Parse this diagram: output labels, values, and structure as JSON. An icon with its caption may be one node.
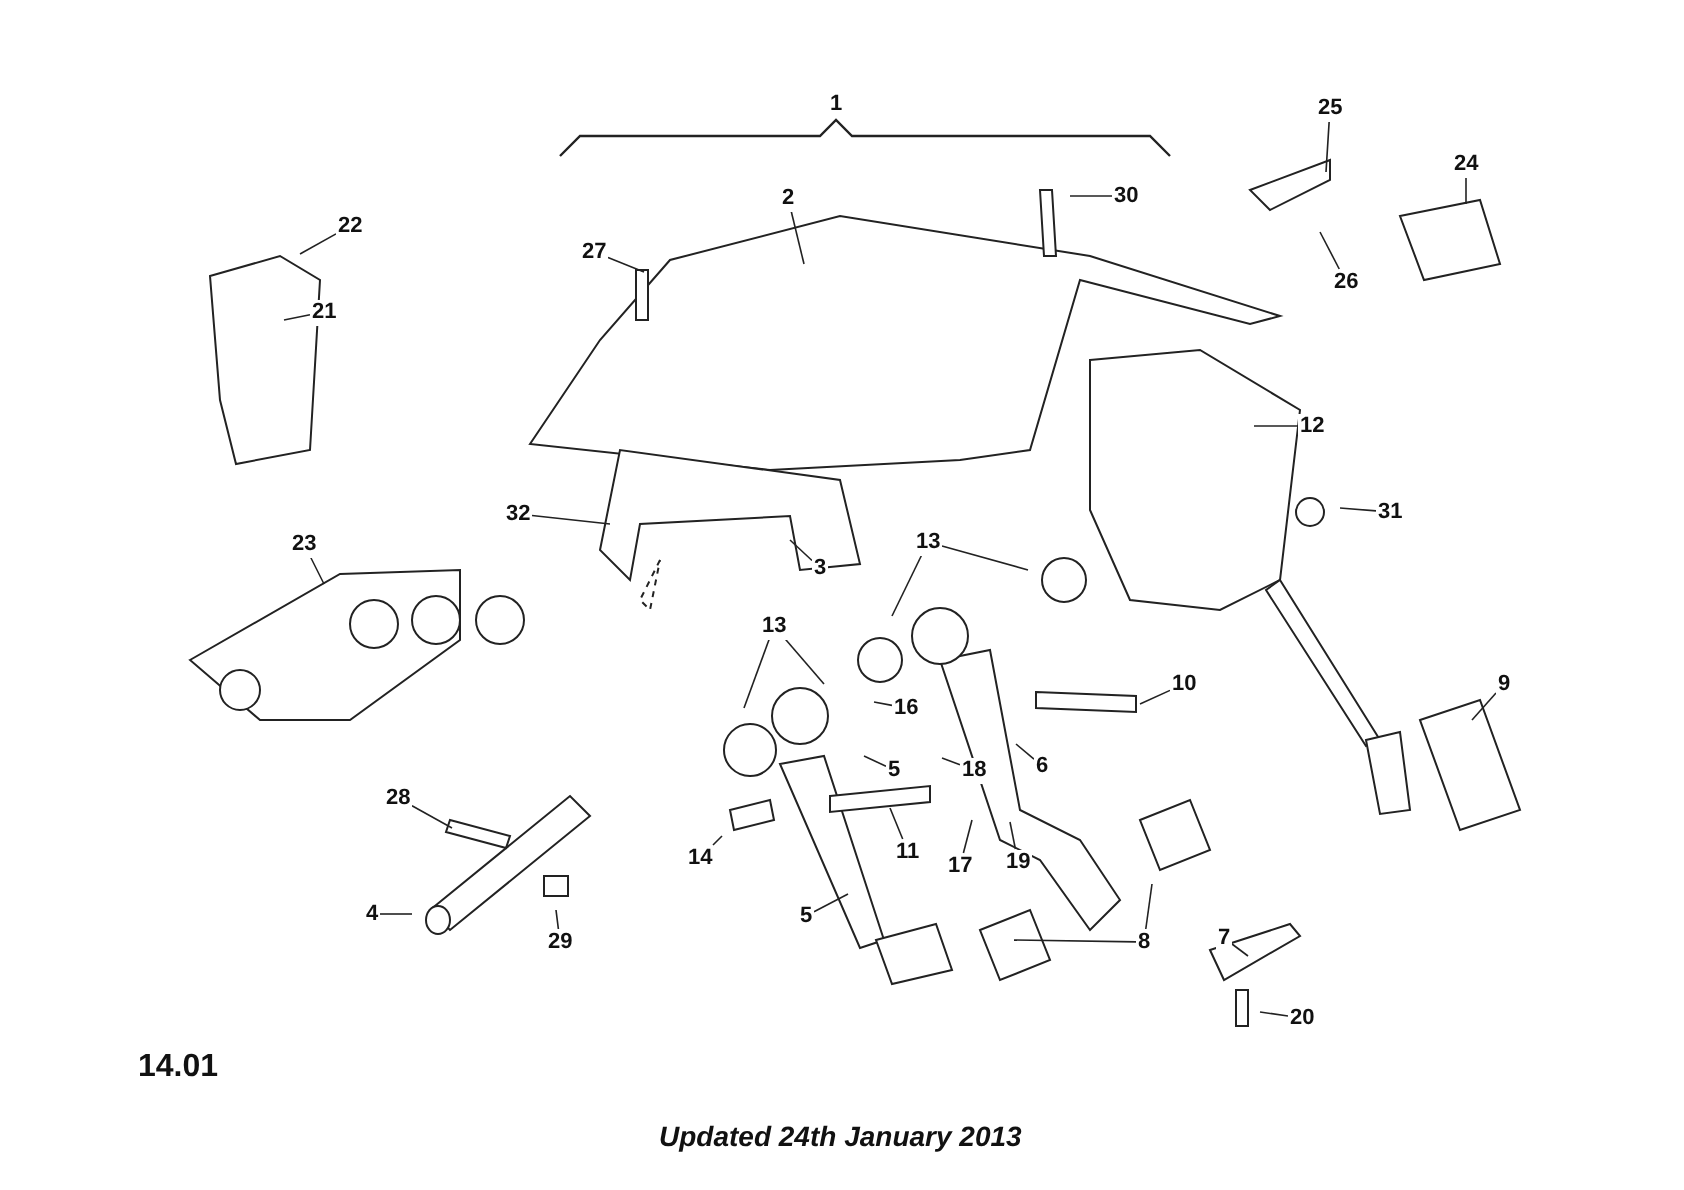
{
  "diagram": {
    "caption": "Updated 24th January 2013",
    "nodes": [
      {
        "text": [
          "22"
        ]
      },
      {
        "text": [
          "21"
        ]
      },
      {
        "text": [
          "27"
        ]
      },
      {
        "text": [
          "2"
        ]
      },
      {
        "text": [
          "30"
        ]
      },
      {
        "text": [
          "25"
        ]
      },
      {
        "text": [
          "24"
        ]
      },
      {
        "text": [
          "26"
        ]
      },
      {
        "text": [
          "12"
        ]
      },
      {
        "text": [
          "31"
        ]
      },
      {
        "text": [
          "32"
        ]
      },
      {
        "text": [
          "3"
        ]
      },
      {
        "text": [
          "23"
        ]
      },
      {
        "text": [
          "13"
        ]
      },
      {
        "text": [
          "13"
        ]
      },
      {
        "text": [
          "10"
        ]
      },
      {
        "text": [
          "9"
        ]
      },
      {
        "text": [
          "16"
        ]
      },
      {
        "text": [
          "5"
        ]
      },
      {
        "text": [
          "18"
        ]
      },
      {
        "text": [
          "6"
        ]
      },
      {
        "text": [
          "28"
        ]
      },
      {
        "text": [
          "14"
        ]
      },
      {
        "text": [
          "11"
        ]
      },
      {
        "text": [
          "17"
        ]
      },
      {
        "text": [
          "19"
        ]
      },
      {
        "text": [
          "4"
        ]
      },
      {
        "text": [
          "29"
        ]
      },
      {
        "text": [
          "5"
        ]
      },
      {
        "text": [
          "8"
        ]
      },
      {
        "text": [
          "7"
        ]
      },
      {
        "text": [
          "20"
        ]
      }
    ],
    "edges": [
      {
        "from": 0,
        "to": null,
        "arrow": "none"
      },
      {
        "from": 1,
        "to": null,
        "arrow": "none"
      },
      {
        "from": 2,
        "to": null,
        "arrow": "none"
      },
      {
        "from": 3,
        "to": null,
        "arrow": "none"
      },
      {
        "from": 4,
        "to": null,
        "arrow": "none"
      },
      {
        "from": 5,
        "to": null,
        "arrow": "none"
      },
      {
        "from": 6,
        "to": null,
        "arrow": "none"
      },
      {
        "from": 7,
        "to": null,
        "arrow": "none"
      },
      {
        "from": 8,
        "to": null,
        "arrow": "none"
      },
      {
        "from": 9,
        "to": null,
        "arrow": "none"
      },
      {
        "from": 10,
        "to": null,
        "arrow": "none"
      },
      {
        "from": 11,
        "to": null,
        "arrow": "none"
      },
      {
        "from": 12,
        "to": null,
        "arrow": "none"
      },
      {
        "from": 13,
        "to": null,
        "arrow": "none"
      },
      {
        "from": 13,
        "to": null,
        "arrow": "none"
      },
      {
        "from": 14,
        "to": null,
        "arrow": "none"
      },
      {
        "from": 14,
        "to": null,
        "arrow": "none"
      },
      {
        "from": 15,
        "to": null,
        "arrow": "none"
      },
      {
        "from": 16,
        "to": null,
        "arrow": "none"
      },
      {
        "from": 17,
        "to": null,
        "arrow": "none"
      },
      {
        "from": 18,
        "to": null,
        "arrow": "none"
      },
      {
        "from": 19,
        "to": null,
        "arrow": "none"
      },
      {
        "from": 20,
        "to": null,
        "arrow": "none"
      },
      {
        "from": 21,
        "to": null,
        "arrow": "none"
      },
      {
        "from": 22,
        "to": null,
        "arrow": "none"
      },
      {
        "from": 23,
        "to": null,
        "arrow": "none"
      },
      {
        "from": 24,
        "to": null,
        "arrow": "none"
      },
      {
        "from": 25,
        "to": null,
        "arrow": "none"
      },
      {
        "from": 26,
        "to": null,
        "arrow": "none"
      },
      {
        "from": 27,
        "to": null,
        "arrow": "none"
      },
      {
        "from": 28,
        "to": null,
        "arrow": "none"
      },
      {
        "from": 29,
        "to": null,
        "arrow": "none"
      },
      {
        "from": 29,
        "to": null,
        "arrow": "none"
      },
      {
        "from": 30,
        "to": null,
        "arrow": "none"
      },
      {
        "from": 31,
        "to": null,
        "arrow": "none"
      }
    ],
    "labels": [
      "1",
      "14.01"
    ]
  }
}
